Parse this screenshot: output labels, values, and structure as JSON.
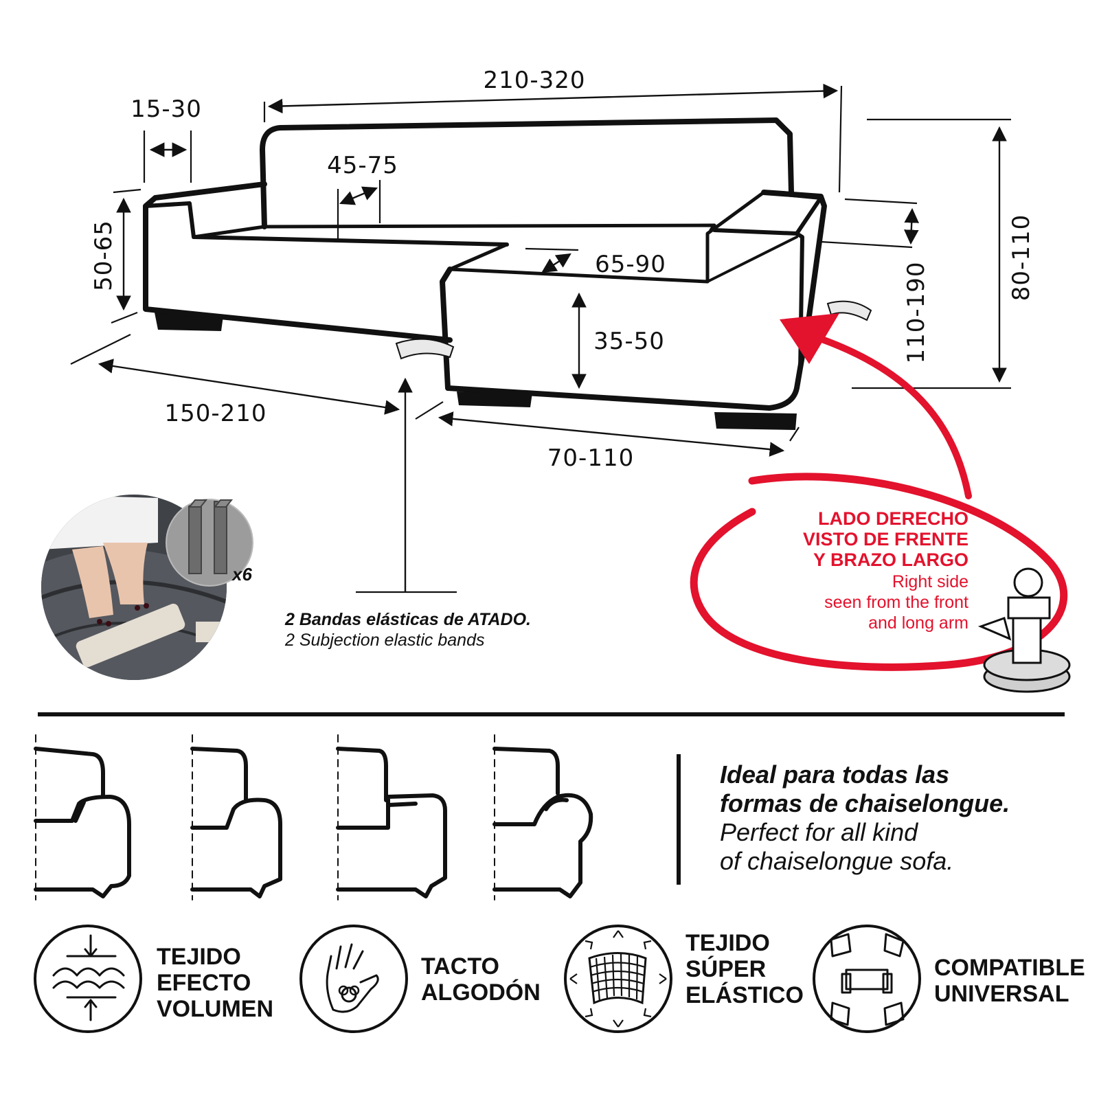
{
  "dimensions": {
    "total_width": "210-320",
    "arm_width": "15-30",
    "seat_depth": "45-75",
    "arm_height": "50-65",
    "chaise_width": "65-90",
    "seat_height": "35-50",
    "chaise_length": "110-190",
    "back_height": "80-110",
    "sofa_depth": "150-210",
    "chaise_depth": "70-110"
  },
  "cushion_insert": {
    "count": "x6"
  },
  "elastic_bands": {
    "title": "2 Bandas elásticas de ATADO.",
    "subtitle": "2 Subjection elastic bands"
  },
  "orientation": {
    "lines_es": [
      "LADO DERECHO",
      "VISTO DE FRENTE",
      "Y BRAZO LARGO"
    ],
    "lines_en": [
      "Right side",
      "seen from the front",
      "and long arm"
    ]
  },
  "ideal": {
    "lines_es": [
      "Ideal para todas las",
      "formas de chaiselongue."
    ],
    "lines_en": [
      "Perfect for all kind",
      "of chaiselongue sofa."
    ]
  },
  "features": [
    {
      "icon": "volume-fabric-icon",
      "lines": [
        "TEJIDO",
        "EFECTO",
        "VOLUMEN"
      ]
    },
    {
      "icon": "cotton-hand-icon",
      "lines": [
        "TACTO",
        "ALGODÓN"
      ]
    },
    {
      "icon": "stretch-fabric-icon",
      "lines": [
        "TEJIDO",
        "SÚPER",
        "ELÁSTICO"
      ]
    },
    {
      "icon": "universal-sofa-icon",
      "lines": [
        "COMPATIBLE",
        "UNIVERSAL"
      ]
    }
  ],
  "colors": {
    "accent": "#e3122d",
    "ink": "#111111",
    "fabric": "#4a4d52"
  }
}
